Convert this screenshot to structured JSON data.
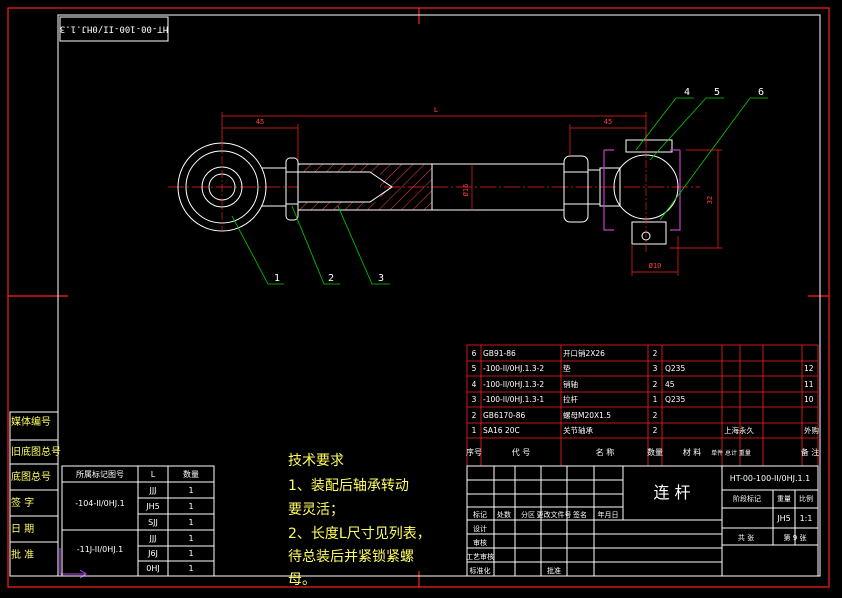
{
  "colors": {
    "border": "#ff2020",
    "frame": "#ffffff",
    "drawing": "#ffffff",
    "leader": "#00d000",
    "dimension": "#ff2020",
    "hatch": "#ff4040",
    "text_title": "#ffffff",
    "text_notes": "#ffff60",
    "purple": "#c040c0",
    "ucs": "#c040ff"
  },
  "stamp": {
    "code": "HT-00-100-II/0HJ.1.3"
  },
  "balloons": [
    "1",
    "2",
    "3",
    "4",
    "5",
    "6"
  ],
  "dims": {
    "L": "L",
    "len_left": "45",
    "len_right": "45",
    "dia_rod": "Ø16",
    "width_v": "32",
    "bottom": "Ø10"
  },
  "notes": {
    "title": "技术要求",
    "lines": [
      "1、装配后轴承转动",
      "要灵活；",
      "2、长度L尺寸见列表，",
      "待总装后并紧锁紧螺",
      "母。"
    ]
  },
  "side_labels": [
    "媒体编号",
    "旧底图总号",
    "底图总号",
    "签 字",
    "日 期",
    "批 准"
  ],
  "var_table": {
    "header": [
      "所属标记图号",
      "L",
      "数量"
    ],
    "groups": [
      {
        "code": "-104-II/0HJ.1",
        "rows": [
          [
            "JJJ",
            "1"
          ],
          [
            "JH5",
            "1"
          ],
          [
            "SJJ",
            "1"
          ]
        ]
      },
      {
        "code": "-11J-II/0HJ.1",
        "rows": [
          [
            "JJJ",
            "1"
          ],
          [
            "J6J",
            "1"
          ],
          [
            "0HJ",
            "1"
          ]
        ]
      }
    ]
  },
  "bom": {
    "rows": [
      [
        "6",
        "GB91-86",
        "开口销2X26",
        "2",
        "",
        "",
        ""
      ],
      [
        "5",
        "-100-II/0HJ.1.3-2",
        "垫",
        "3",
        "Q235",
        "",
        "12"
      ],
      [
        "4",
        "-100-II/0HJ.1.3-2",
        "销轴",
        "2",
        "45",
        "",
        "11"
      ],
      [
        "3",
        "-100-II/0HJ.1.3-1",
        "拉杆",
        "1",
        "Q235",
        "",
        "10"
      ],
      [
        "2",
        "GB6170-86",
        "螺母M20X1.5",
        "2",
        "",
        "",
        ""
      ],
      [
        "1",
        "SA16 20C",
        "关节轴承",
        "2",
        "",
        "上海永久",
        "外购"
      ]
    ],
    "header": [
      "序号",
      "代  号",
      "名  称",
      "数量",
      "材  料",
      "单件 总计 重量",
      "备 注"
    ]
  },
  "title_block": {
    "name": "连 杆",
    "drawing_no": "HT-00-100-II/0HJ.1.1",
    "stage_label": "阶段标记",
    "weight_label": "重量",
    "scale_label": "比例",
    "scale": "1:1",
    "stage_value": "JH5",
    "sheet_total": "共  张",
    "sheet_no": "第 9 张",
    "sign_rows": [
      "标记",
      "处数",
      "分区",
      "更改文件号",
      "签名",
      "年月日"
    ],
    "roles": [
      "设计",
      "审核",
      "工艺审核",
      "标准化",
      "批准"
    ]
  }
}
